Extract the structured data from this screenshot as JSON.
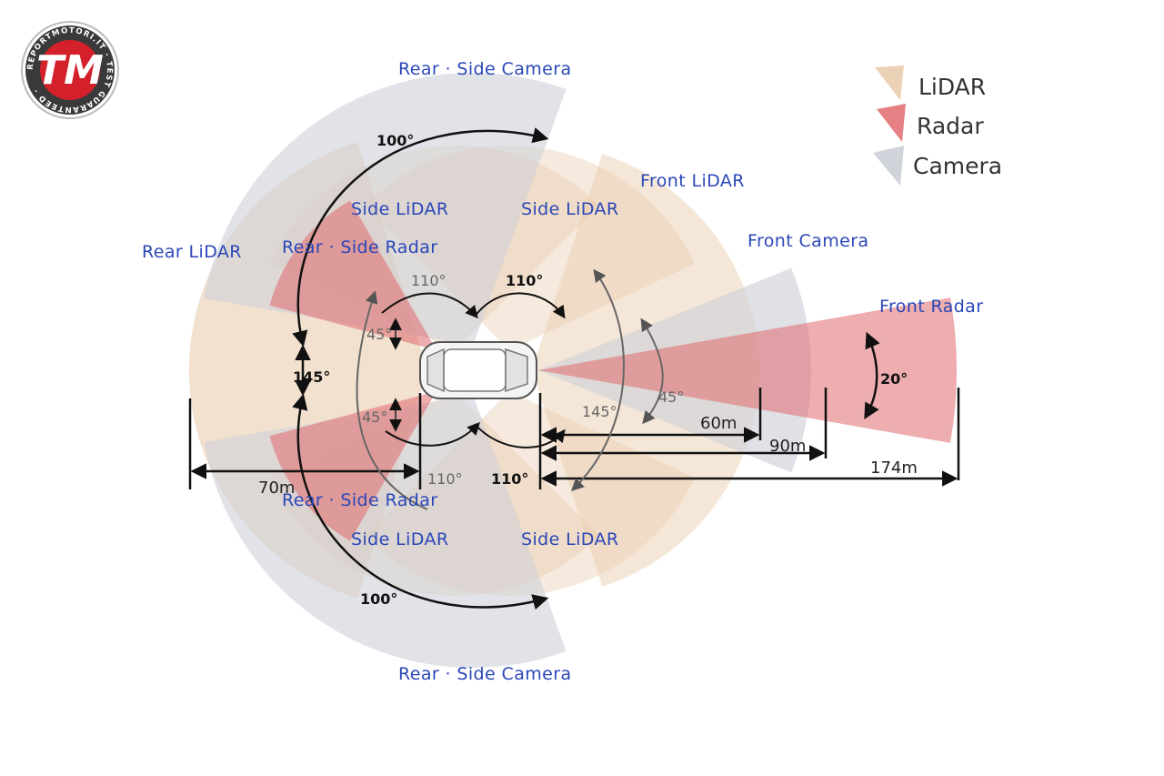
{
  "logo": {
    "mark": "TM",
    "ring_text": "REPORTMOTORI.IT · TEST GUARANTEED ·",
    "colors": {
      "ring": "#3a3a3a",
      "badge": "#d4202b"
    }
  },
  "legend": {
    "items": [
      {
        "label": "LiDAR",
        "color": "#e8c9a8"
      },
      {
        "label": "Radar",
        "color": "#e06a6e"
      },
      {
        "label": "Camera",
        "color": "#c9cbd4"
      }
    ]
  },
  "colors": {
    "lidar": "#e8c9a8",
    "radar": "#e06a6e",
    "camera": "#cfd1d8",
    "label_blue": "#2b47b8"
  },
  "sensor_labels": {
    "rear_side_camera_top": "Rear · Side Camera",
    "rear_side_camera_bottom": "Rear · Side Camera",
    "front_lidar": "Front LiDAR",
    "front_camera": "Front Camera",
    "front_radar": "Front Radar",
    "rear_lidar": "Rear LiDAR",
    "side_lidar_top_left": "Side LiDAR",
    "side_lidar_top_right": "Side LiDAR",
    "side_lidar_bottom_left": "Side LiDAR",
    "side_lidar_bottom_right": "Side LiDAR",
    "rear_side_radar_top": "Rear · Side Radar",
    "rear_side_radar_bottom": "Rear · Side Radar"
  },
  "angles": {
    "camera_top": "100°",
    "camera_bottom": "100°",
    "rear_lidar": "145°",
    "front_lidar": "145°",
    "side_lidar_tl": "110°",
    "side_lidar_tr": "110°",
    "side_lidar_bl": "110°",
    "side_lidar_br": "110°",
    "radar_top": "45°",
    "radar_bottom": "45°",
    "front_camera": "45°",
    "front_radar": "20°"
  },
  "distances": {
    "front_camera": "60m",
    "front_lidar": "90m",
    "front_radar": "174m",
    "rear_lidar": "70m"
  }
}
